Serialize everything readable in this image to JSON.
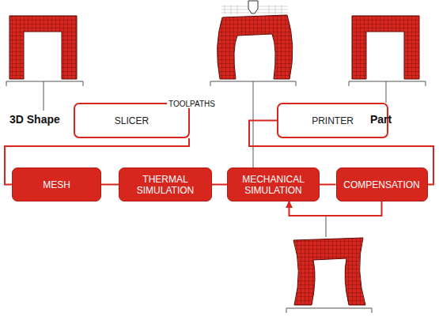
{
  "diagram": {
    "nodes": [
      {
        "text": [
          "SLICER"
        ]
      },
      {
        "text": [
          "PRINTER"
        ]
      },
      {
        "text": [
          "MESH"
        ]
      },
      {
        "text": [
          "THERMAL SIMULATION"
        ]
      },
      {
        "text": [
          "MECHANICAL SIMULATION"
        ]
      },
      {
        "text": [
          "COMPENSATION"
        ]
      }
    ],
    "edges": [
      {
        "from": 0,
        "to": 2,
        "arrow": "none"
      },
      {
        "from": 2,
        "to": 3,
        "arrow": "none"
      },
      {
        "from": 3,
        "to": 4,
        "arrow": "none"
      },
      {
        "from": 4,
        "to": 5,
        "arrow": "none"
      },
      {
        "from": 5,
        "to": 4,
        "arrow": "to"
      },
      {
        "from": 5,
        "to": 1,
        "arrow": "none"
      }
    ],
    "labels": [
      "3D Shape",
      "TOOLPATHS",
      "Part"
    ]
  }
}
